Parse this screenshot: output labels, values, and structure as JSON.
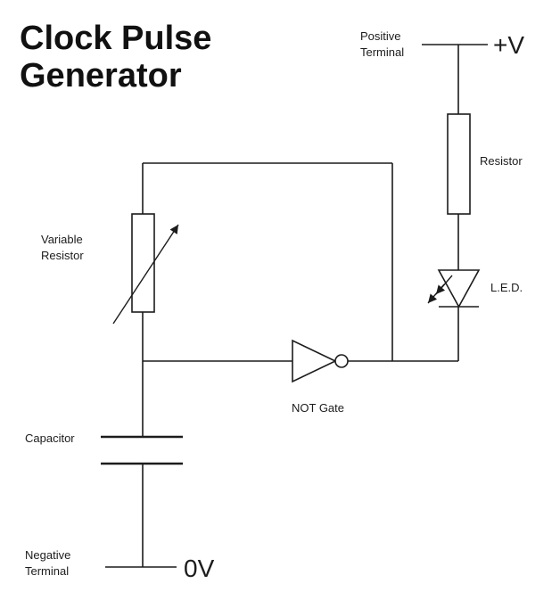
{
  "title": {
    "line1": "Clock Pulse",
    "line2": "Generator"
  },
  "terminals": {
    "positive": {
      "label_line1": "Positive",
      "label_line2": "Terminal",
      "voltage": "+V"
    },
    "negative": {
      "label_line1": "Negative",
      "label_line2": "Terminal",
      "voltage": "0V"
    }
  },
  "components": {
    "resistor": {
      "label": "Resistor"
    },
    "variable_resistor": {
      "label_line1": "Variable",
      "label_line2": "Resistor"
    },
    "led": {
      "label": "L.E.D."
    },
    "not_gate": {
      "label": "NOT Gate"
    },
    "capacitor": {
      "label": "Capacitor"
    }
  },
  "colors": {
    "diagram_stroke": "#1c1c1c",
    "background": "#ffffff"
  }
}
